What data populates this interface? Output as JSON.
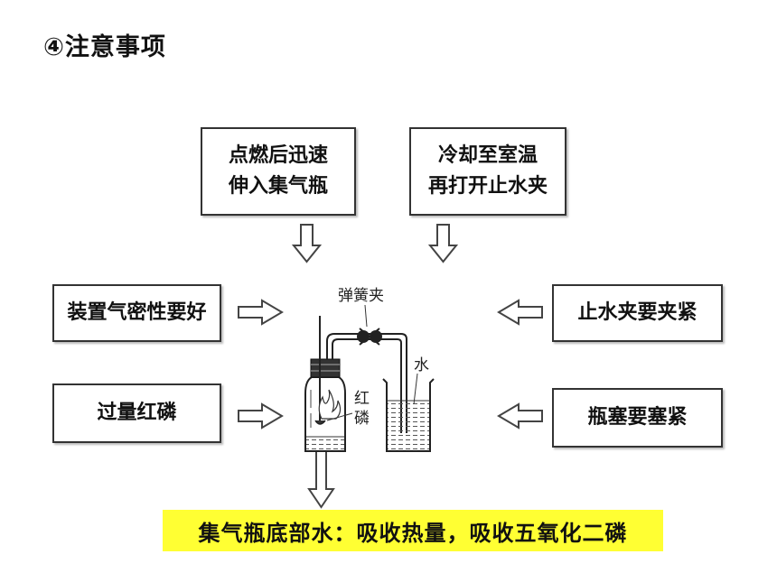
{
  "title": "④注意事项",
  "boxes": {
    "top_left": [
      "点燃后迅速",
      "伸入集气瓶"
    ],
    "top_right": [
      "冷却至室温",
      "再打开止水夹"
    ],
    "left_1": "装置气密性要好",
    "left_2": "过量红磷",
    "right_1": "止水夹要夹紧",
    "right_2": "瓶塞要塞紧"
  },
  "apparatus_labels": {
    "clamp": "弹簧夹",
    "water": "水",
    "phosphorus": [
      "红",
      "磷"
    ]
  },
  "summary": "集气瓶底部水：吸收热量，吸收五氧化二磷",
  "colors": {
    "highlight": "#ffff33",
    "border": "#333333"
  }
}
